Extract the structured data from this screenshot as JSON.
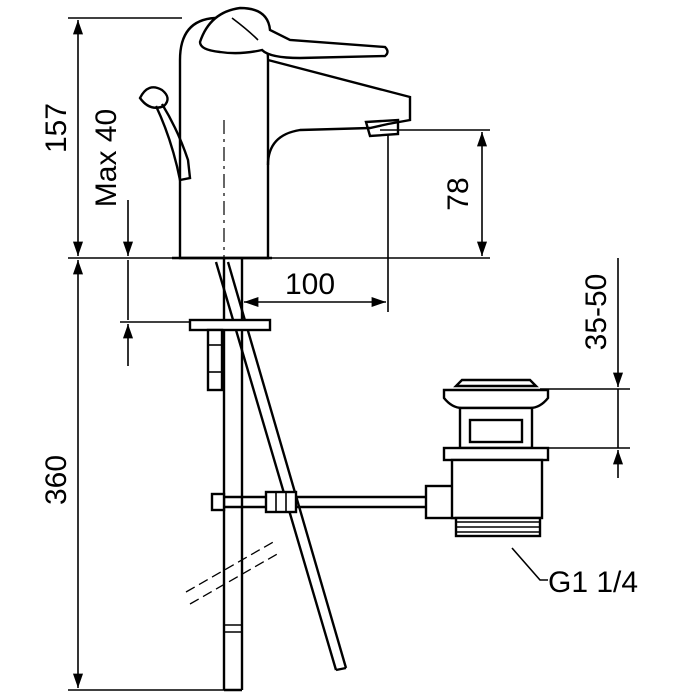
{
  "dimensions": {
    "total_height": "157",
    "max_lever": "Max 40",
    "spout_height": "78",
    "spout_reach": "100",
    "deck_thickness": "35-50",
    "pipe_length": "360",
    "thread": "G1 1/4"
  }
}
